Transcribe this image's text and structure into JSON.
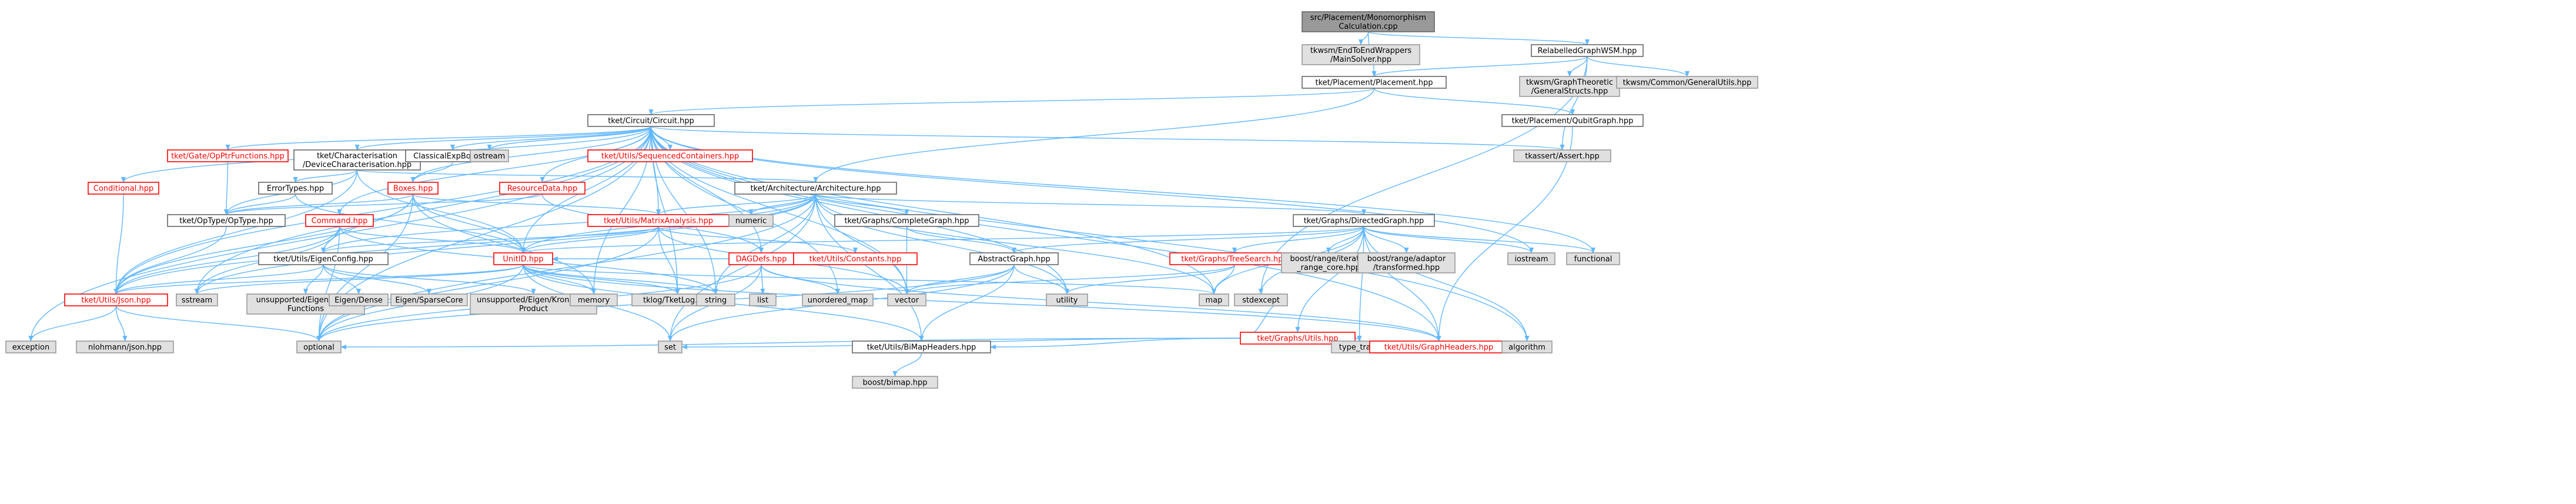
{
  "colors": {
    "node_fill": "#ffffff",
    "node_border": "#666666",
    "external_fill": "#e0e0e0",
    "external_border": "#999999",
    "root_fill": "#999999",
    "root_border": "#666666",
    "red_border": "#ff0000",
    "red_text": "#ff0000",
    "edge": "#63b8ff"
  },
  "nodes": [
    {
      "id": "root",
      "lines": [
        "src/Placement/Monomorphism",
        "Calculation.cpp"
      ],
      "style": "root"
    },
    {
      "id": "tkwsm_endtoend",
      "lines": [
        "tkwsm/EndToEndWrappers",
        "/MainSolver.hpp"
      ],
      "style": "external"
    },
    {
      "id": "relabelled",
      "lines": [
        "RelabelledGraphWSM.hpp"
      ],
      "style": "normal"
    },
    {
      "id": "placement",
      "lines": [
        "tket/Placement/Placement.hpp"
      ],
      "style": "normal"
    },
    {
      "id": "tkwsm_graphtheoretic",
      "lines": [
        "tkwsm/GraphTheoretic",
        "/GeneralStructs.hpp"
      ],
      "style": "external"
    },
    {
      "id": "tkwsm_common",
      "lines": [
        "tkwsm/Common/GeneralUtils.hpp"
      ],
      "style": "external"
    },
    {
      "id": "circuit",
      "lines": [
        "tket/Circuit/Circuit.hpp"
      ],
      "style": "normal"
    },
    {
      "id": "qubitgraph",
      "lines": [
        "tket/Placement/QubitGraph.hpp"
      ],
      "style": "normal"
    },
    {
      "id": "tkassert",
      "lines": [
        "tkassert/Assert.hpp"
      ],
      "style": "external"
    },
    {
      "id": "oppi",
      "lines": [
        "tket/Gate/OpPtrFunctions.hpp"
      ],
      "style": "red"
    },
    {
      "id": "characterisation",
      "lines": [
        "tket/Characterisation",
        "/DeviceCharacterisation.hpp"
      ],
      "style": "normal"
    },
    {
      "id": "classicalexp",
      "lines": [
        "ClassicalExpBox.hpp"
      ],
      "style": "normal"
    },
    {
      "id": "ostream",
      "lines": [
        "ostream"
      ],
      "style": "external"
    },
    {
      "id": "seqcontainers",
      "lines": [
        "tket/Utils/SequencedContainers.hpp"
      ],
      "style": "red"
    },
    {
      "id": "conditional",
      "lines": [
        "Conditional.hpp"
      ],
      "style": "red"
    },
    {
      "id": "errortypes",
      "lines": [
        "ErrorTypes.hpp"
      ],
      "style": "normal"
    },
    {
      "id": "boxes",
      "lines": [
        "Boxes.hpp"
      ],
      "style": "red"
    },
    {
      "id": "resourcedata",
      "lines": [
        "ResourceData.hpp"
      ],
      "style": "red"
    },
    {
      "id": "architecture",
      "lines": [
        "tket/Architecture/Architecture.hpp"
      ],
      "style": "normal"
    },
    {
      "id": "optype",
      "lines": [
        "tket/OpType/OpType.hpp"
      ],
      "style": "normal"
    },
    {
      "id": "command",
      "lines": [
        "Command.hpp"
      ],
      "style": "red"
    },
    {
      "id": "matrixanalysis",
      "lines": [
        "tket/Utils/MatrixAnalysis.hpp"
      ],
      "style": "red"
    },
    {
      "id": "numeric",
      "lines": [
        "numeric"
      ],
      "style": "external"
    },
    {
      "id": "completegraph",
      "lines": [
        "tket/Graphs/CompleteGraph.hpp"
      ],
      "style": "normal"
    },
    {
      "id": "directedgraph",
      "lines": [
        "tket/Graphs/DirectedGraph.hpp"
      ],
      "style": "normal"
    },
    {
      "id": "eigenconfig",
      "lines": [
        "tket/Utils/EigenConfig.hpp"
      ],
      "style": "normal"
    },
    {
      "id": "unitid",
      "lines": [
        "UnitID.hpp"
      ],
      "style": "red"
    },
    {
      "id": "dagdefs",
      "lines": [
        "DAGDefs.hpp"
      ],
      "style": "red"
    },
    {
      "id": "constants",
      "lines": [
        "tket/Utils/Constants.hpp"
      ],
      "style": "red"
    },
    {
      "id": "abstractgraph",
      "lines": [
        "AbstractGraph.hpp"
      ],
      "style": "normal"
    },
    {
      "id": "treesearch",
      "lines": [
        "tket/Graphs/TreeSearch.hpp"
      ],
      "style": "red"
    },
    {
      "id": "boostiterator",
      "lines": [
        "boost/range/iterator",
        "_range_core.hpp"
      ],
      "style": "external"
    },
    {
      "id": "boostadaptor",
      "lines": [
        "boost/range/adaptor",
        "/transformed.hpp"
      ],
      "style": "external"
    },
    {
      "id": "iostream",
      "lines": [
        "iostream"
      ],
      "style": "external"
    },
    {
      "id": "functional",
      "lines": [
        "functional"
      ],
      "style": "external"
    },
    {
      "id": "json",
      "lines": [
        "tket/Utils/Json.hpp"
      ],
      "style": "red"
    },
    {
      "id": "sstream",
      "lines": [
        "sstream"
      ],
      "style": "external"
    },
    {
      "id": "unsupported_matrix",
      "lines": [
        "unsupported/Eigen/Matrix",
        "Functions"
      ],
      "style": "external"
    },
    {
      "id": "eigendense",
      "lines": [
        "Eigen/Dense"
      ],
      "style": "external"
    },
    {
      "id": "eigensparse",
      "lines": [
        "Eigen/SparseCore"
      ],
      "style": "external"
    },
    {
      "id": "unsupported_kron",
      "lines": [
        "unsupported/Eigen/Kronecker",
        "Product"
      ],
      "style": "external"
    },
    {
      "id": "memory",
      "lines": [
        "memory"
      ],
      "style": "external"
    },
    {
      "id": "tklog",
      "lines": [
        "tklog/TketLog.hpp"
      ],
      "style": "external"
    },
    {
      "id": "string",
      "lines": [
        "string"
      ],
      "style": "external"
    },
    {
      "id": "list",
      "lines": [
        "list"
      ],
      "style": "external"
    },
    {
      "id": "unordered_map",
      "lines": [
        "unordered_map"
      ],
      "style": "external"
    },
    {
      "id": "vector",
      "lines": [
        "vector"
      ],
      "style": "external"
    },
    {
      "id": "utility",
      "lines": [
        "utility"
      ],
      "style": "external"
    },
    {
      "id": "map",
      "lines": [
        "map"
      ],
      "style": "external"
    },
    {
      "id": "stdexcept",
      "lines": [
        "stdexcept"
      ],
      "style": "external"
    },
    {
      "id": "graphutils",
      "lines": [
        "tket/Graphs/Utils.hpp"
      ],
      "style": "red"
    },
    {
      "id": "exception",
      "lines": [
        "exception"
      ],
      "style": "external"
    },
    {
      "id": "nlohmann",
      "lines": [
        "nlohmann/json.hpp"
      ],
      "style": "external"
    },
    {
      "id": "optional",
      "lines": [
        "optional"
      ],
      "style": "external"
    },
    {
      "id": "set",
      "lines": [
        "set"
      ],
      "style": "external"
    },
    {
      "id": "bimap",
      "lines": [
        "tket/Utils/BiMapHeaders.hpp"
      ],
      "style": "normal"
    },
    {
      "id": "type_traits",
      "lines": [
        "type_traits"
      ],
      "style": "external"
    },
    {
      "id": "graphheaders",
      "lines": [
        "tket/Utils/GraphHeaders.hpp"
      ],
      "style": "red"
    },
    {
      "id": "algorithm",
      "lines": [
        "algorithm"
      ],
      "style": "external"
    },
    {
      "id": "boostbimap",
      "lines": [
        "boost/bimap.hpp"
      ],
      "style": "external"
    }
  ],
  "edges": [
    [
      "root",
      "tkwsm_endtoend"
    ],
    [
      "root",
      "relabelled"
    ],
    [
      "root",
      "placement"
    ],
    [
      "relabelled",
      "placement"
    ],
    [
      "relabelled",
      "tkwsm_graphtheoretic"
    ],
    [
      "relabelled",
      "tkwsm_common"
    ],
    [
      "relabelled",
      "tkassert"
    ],
    [
      "relabelled",
      "stdexcept"
    ],
    [
      "placement",
      "circuit"
    ],
    [
      "placement",
      "qubitgraph"
    ],
    [
      "placement",
      "architecture"
    ],
    [
      "qubitgraph",
      "graphheaders"
    ],
    [
      "circuit",
      "oppi"
    ],
    [
      "circuit",
      "characterisation"
    ],
    [
      "circuit",
      "classicalexp"
    ],
    [
      "circuit",
      "ostream"
    ],
    [
      "circuit",
      "seqcontainers"
    ],
    [
      "circuit",
      "conditional"
    ],
    [
      "circuit",
      "boxes"
    ],
    [
      "circuit",
      "resourcedata"
    ],
    [
      "circuit",
      "command"
    ],
    [
      "circuit",
      "matrixanalysis"
    ],
    [
      "circuit",
      "dagdefs"
    ],
    [
      "circuit",
      "unitid"
    ],
    [
      "circuit",
      "json"
    ],
    [
      "circuit",
      "tkassert"
    ],
    [
      "circuit",
      "iostream"
    ],
    [
      "circuit",
      "functional"
    ],
    [
      "circuit",
      "sstream"
    ],
    [
      "circuit",
      "tklog"
    ],
    [
      "circuit",
      "string"
    ],
    [
      "circuit",
      "unordered_map"
    ],
    [
      "circuit",
      "vector"
    ],
    [
      "circuit",
      "utility"
    ],
    [
      "circuit",
      "map"
    ],
    [
      "circuit",
      "exception"
    ],
    [
      "circuit",
      "optional"
    ],
    [
      "circuit",
      "algorithm"
    ],
    [
      "circuit",
      "graphheaders"
    ],
    [
      "circuit",
      "memory"
    ],
    [
      "oppi",
      "optype"
    ],
    [
      "characterisation",
      "architecture"
    ],
    [
      "characterisation",
      "errortypes"
    ],
    [
      "characterisation",
      "json"
    ],
    [
      "characterisation",
      "optype"
    ],
    [
      "characterisation",
      "unitid"
    ],
    [
      "classicalexp",
      "boxes"
    ],
    [
      "conditional",
      "json"
    ],
    [
      "errortypes",
      "optype"
    ],
    [
      "errortypes",
      "unitid"
    ],
    [
      "boxes",
      "optype"
    ],
    [
      "boxes",
      "matrixanalysis"
    ],
    [
      "boxes",
      "eigenconfig"
    ],
    [
      "boxes",
      "unitid"
    ],
    [
      "boxes",
      "json"
    ],
    [
      "boxes",
      "memory"
    ],
    [
      "boxes",
      "optional"
    ],
    [
      "resourcedata",
      "optype"
    ],
    [
      "resourcedata",
      "dagdefs"
    ],
    [
      "architecture",
      "numeric"
    ],
    [
      "architecture",
      "completegraph"
    ],
    [
      "architecture",
      "directedgraph"
    ],
    [
      "architecture",
      "matrixanalysis"
    ],
    [
      "architecture",
      "unitid"
    ],
    [
      "architecture",
      "json"
    ],
    [
      "architecture",
      "sstream"
    ],
    [
      "architecture",
      "string"
    ],
    [
      "architecture",
      "vector"
    ],
    [
      "architecture",
      "utility"
    ],
    [
      "architecture",
      "map"
    ],
    [
      "architecture",
      "set"
    ],
    [
      "architecture",
      "optional"
    ],
    [
      "architecture",
      "bimap"
    ],
    [
      "architecture",
      "eigenconfig"
    ],
    [
      "optype",
      "json"
    ],
    [
      "command",
      "unitid"
    ],
    [
      "command",
      "eigenconfig"
    ],
    [
      "command",
      "json"
    ],
    [
      "command",
      "sstream"
    ],
    [
      "command",
      "string"
    ],
    [
      "command",
      "optional"
    ],
    [
      "matrixanalysis",
      "eigenconfig"
    ],
    [
      "matrixanalysis",
      "constants"
    ],
    [
      "matrixanalysis",
      "unitid"
    ],
    [
      "matrixanalysis",
      "tklog"
    ],
    [
      "matrixanalysis",
      "vector"
    ],
    [
      "matrixanalysis",
      "optional"
    ],
    [
      "completegraph",
      "abstractgraph"
    ],
    [
      "completegraph",
      "vector"
    ],
    [
      "directedgraph",
      "abstractgraph"
    ],
    [
      "directedgraph",
      "treesearch"
    ],
    [
      "directedgraph",
      "graphutils"
    ],
    [
      "directedgraph",
      "boostiterator"
    ],
    [
      "directedgraph",
      "boostadaptor"
    ],
    [
      "directedgraph",
      "iostream"
    ],
    [
      "directedgraph",
      "functional"
    ],
    [
      "directedgraph",
      "stdexcept"
    ],
    [
      "directedgraph",
      "map"
    ],
    [
      "directedgraph",
      "type_traits"
    ],
    [
      "directedgraph",
      "graphheaders"
    ],
    [
      "directedgraph",
      "algorithm"
    ],
    [
      "directedgraph",
      "unitid"
    ],
    [
      "eigenconfig",
      "unsupported_matrix"
    ],
    [
      "eigenconfig",
      "eigendense"
    ],
    [
      "eigenconfig",
      "eigensparse"
    ],
    [
      "eigenconfig",
      "unsupported_kron"
    ],
    [
      "eigenconfig",
      "json"
    ],
    [
      "unitid",
      "json"
    ],
    [
      "unitid",
      "memory"
    ],
    [
      "unitid",
      "tklog"
    ],
    [
      "unitid",
      "string"
    ],
    [
      "unitid",
      "sstream"
    ],
    [
      "unitid",
      "set"
    ],
    [
      "unitid",
      "optional"
    ],
    [
      "unitid",
      "map"
    ],
    [
      "unitid",
      "graphheaders"
    ],
    [
      "unitid",
      "bimap"
    ],
    [
      "dagdefs",
      "list"
    ],
    [
      "dagdefs",
      "unordered_map"
    ],
    [
      "dagdefs",
      "unitid"
    ],
    [
      "dagdefs",
      "set"
    ],
    [
      "dagdefs",
      "optional"
    ],
    [
      "dagdefs",
      "graphheaders"
    ],
    [
      "abstractgraph",
      "vector"
    ],
    [
      "abstractgraph",
      "utility"
    ],
    [
      "abstractgraph",
      "set"
    ],
    [
      "abstractgraph",
      "bimap"
    ],
    [
      "abstractgraph",
      "optional"
    ],
    [
      "treesearch",
      "vector"
    ],
    [
      "treesearch",
      "map"
    ],
    [
      "treesearch",
      "utility"
    ],
    [
      "graphutils",
      "set"
    ],
    [
      "graphutils",
      "bimap"
    ],
    [
      "graphutils",
      "type_traits"
    ],
    [
      "graphutils",
      "graphheaders"
    ],
    [
      "graphutils",
      "optional"
    ],
    [
      "graphutils",
      "stdexcept"
    ],
    [
      "json",
      "nlohmann"
    ],
    [
      "json",
      "exception"
    ],
    [
      "json",
      "optional"
    ],
    [
      "bimap",
      "boostbimap"
    ]
  ]
}
